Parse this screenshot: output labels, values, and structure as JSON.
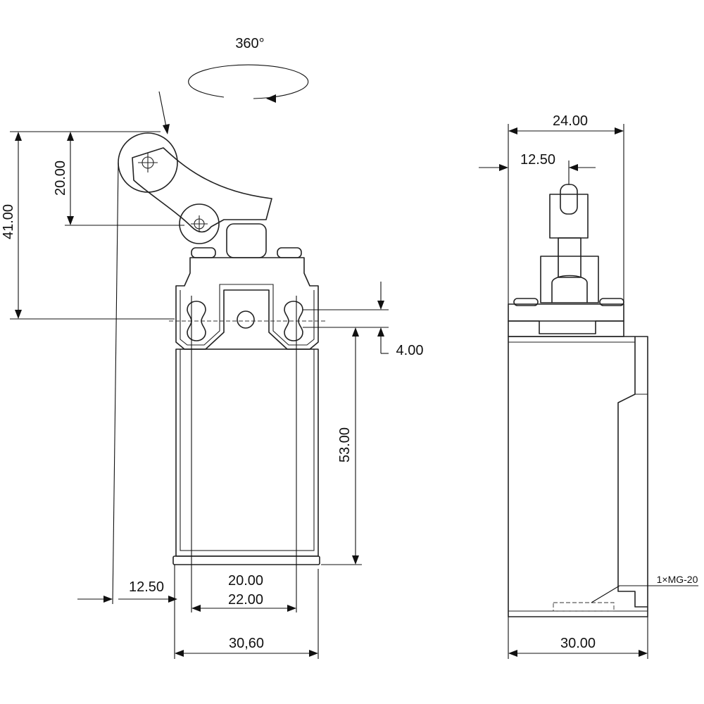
{
  "rotation_label": "360°",
  "front_view": {
    "dim_total_height": "41.00",
    "dim_lever_height": "20.00",
    "dim_slot_offset": "4.00",
    "dim_body_height": "53.00",
    "dim_roller_offset": "12.50",
    "dim_inner_width": "20.00",
    "dim_mount_spacing": "22.00",
    "dim_body_width": "30,60"
  },
  "side_view": {
    "dim_top_width": "24.00",
    "dim_plunger_offset": "12.50",
    "dim_body_depth": "30.00",
    "cable_gland_label": "1×MG-20"
  }
}
